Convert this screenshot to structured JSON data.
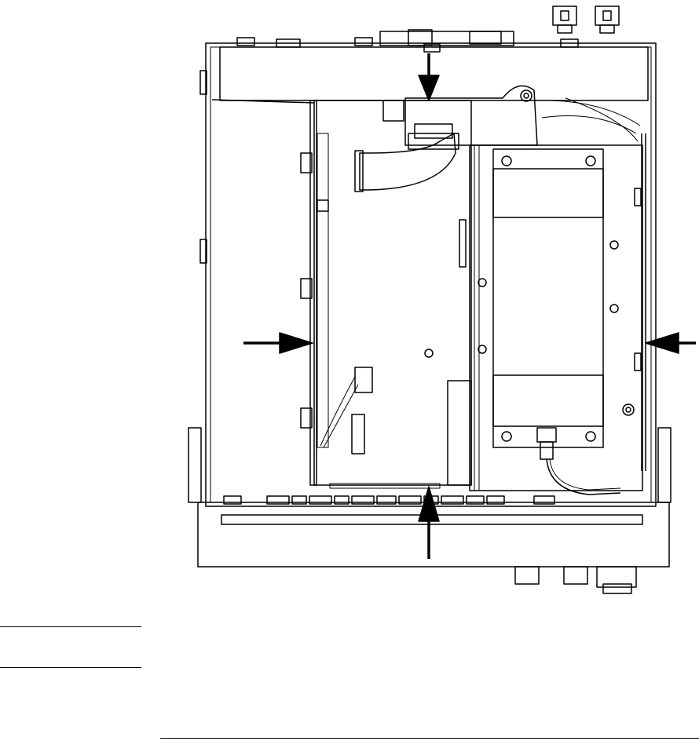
{
  "diagram": {
    "callout_arrows": [
      {
        "points_to": "top-rear-panel-connector"
      },
      {
        "points_to": "left-side-of-board"
      },
      {
        "points_to": "right-side-of-chassis"
      },
      {
        "points_to": "front-panel-connector"
      }
    ],
    "colors": {
      "line": "#000000",
      "background": "#ffffff"
    }
  }
}
